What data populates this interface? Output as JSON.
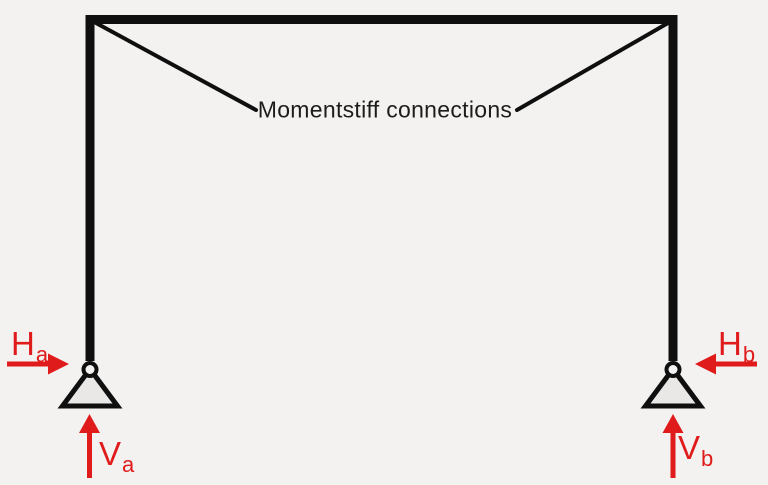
{
  "diagram": {
    "caption": "Momentstiff connections",
    "supports": {
      "left": {
        "type": "pinned-support",
        "horizontal_force": {
          "symbol": "H",
          "subscript": "a"
        },
        "vertical_force": {
          "symbol": "V",
          "subscript": "a"
        }
      },
      "right": {
        "type": "pinned-support",
        "horizontal_force": {
          "symbol": "H",
          "subscript": "b"
        },
        "vertical_force": {
          "symbol": "V",
          "subscript": "b"
        }
      }
    },
    "colors": {
      "frame": "#0f0f0f",
      "force_red": "#e01b1b",
      "support_fill": "#e9e8e6",
      "pin_fill": "#f4f3f1",
      "background": "#f3f2f0",
      "caption_text": "#1c1c1c"
    }
  }
}
